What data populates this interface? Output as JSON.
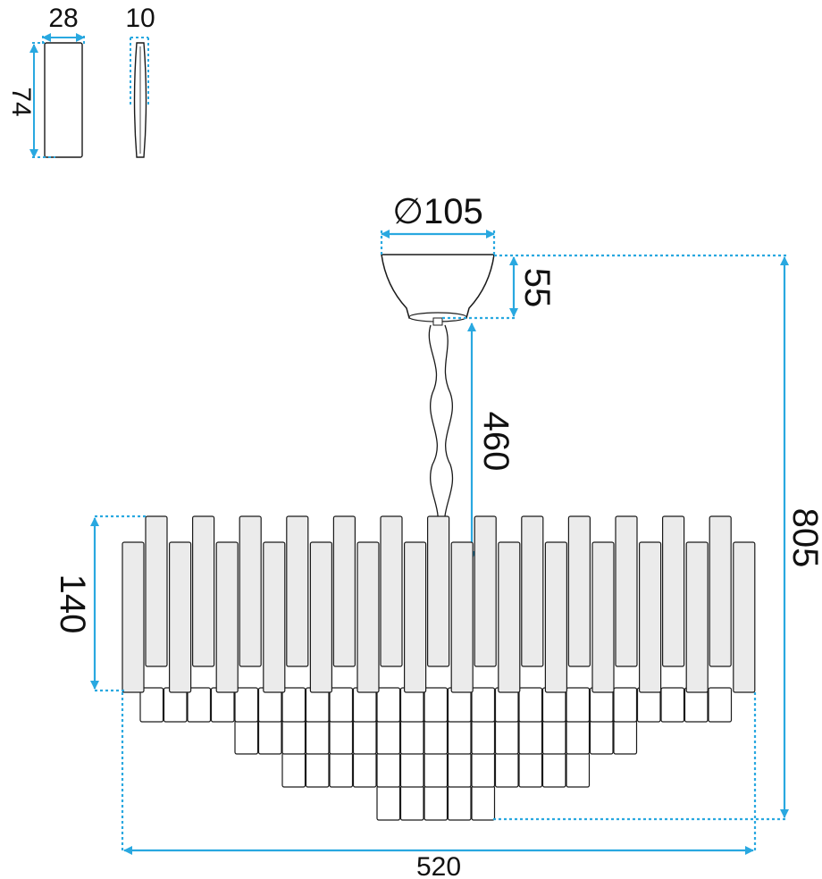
{
  "colors": {
    "dimension": "#29a8e0",
    "outline": "#1a1a1a",
    "fill": "#ebebeb",
    "background": "#ffffff"
  },
  "crystal_detail": {
    "width_label": "28",
    "height_label": "74",
    "thickness_label": "10"
  },
  "canopy": {
    "diameter_label": "∅105",
    "height_label": "55"
  },
  "chain": {
    "length_label": "460"
  },
  "body": {
    "height_label": "140",
    "width_label": "520"
  },
  "total_height_label": "805"
}
